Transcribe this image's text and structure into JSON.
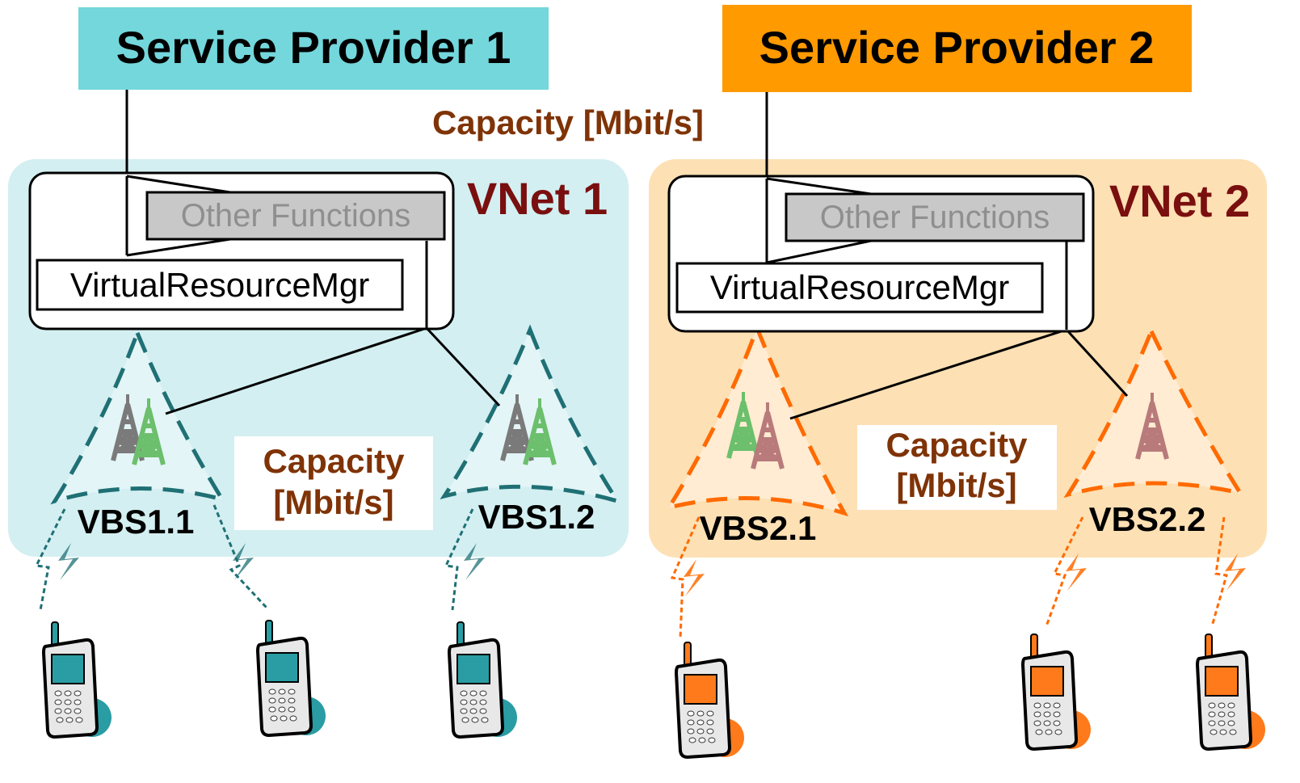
{
  "providers": [
    {
      "label": "Service Provider 1",
      "color": "#73d7dc"
    },
    {
      "label": "Service Provider 2",
      "color": "#ff9a00"
    }
  ],
  "capacity_top": "Capacity [Mbit/s]",
  "vnets": [
    {
      "label": "VNet 1",
      "background": "#d3eff1",
      "other_functions": "Other Functions",
      "resource_mgr": "VirtualResourceMgr",
      "capacity_line1": "Capacity",
      "capacity_line2": "[Mbit/s]",
      "cell_color": "#1f7075",
      "handset_color": "#2a9ca3",
      "stations": [
        {
          "label": "VBS1.1",
          "towers": [
            "#7a7a7a",
            "#6cbf6c"
          ]
        },
        {
          "label": "VBS1.2",
          "towers": [
            "#7a7a7a",
            "#6cbf6c"
          ]
        }
      ]
    },
    {
      "label": "VNet 2",
      "background": "#fde0b4",
      "other_functions": "Other Functions",
      "resource_mgr": "VirtualResourceMgr",
      "capacity_line1": "Capacity",
      "capacity_line2": "[Mbit/s]",
      "cell_color": "#ff6a00",
      "handset_color": "#ff7a1a",
      "stations": [
        {
          "label": "VBS2.1",
          "towers": [
            "#6cbf6c",
            "#b87a7a"
          ]
        },
        {
          "label": "VBS2.2",
          "towers": [
            "#b87a7a"
          ]
        }
      ]
    }
  ]
}
